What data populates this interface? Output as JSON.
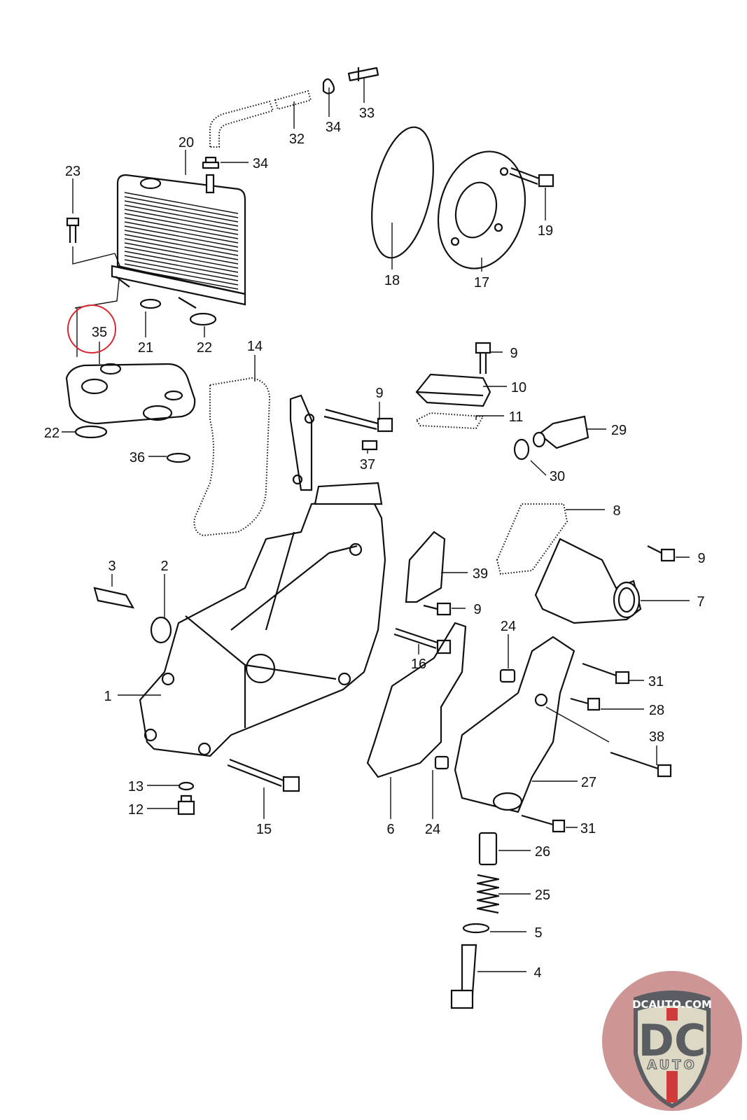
{
  "callouts": [
    "33",
    "34",
    "32",
    "20",
    "34",
    "23",
    "19",
    "18",
    "17",
    "21",
    "22",
    "35",
    "14",
    "9",
    "10",
    "9",
    "11",
    "29",
    "22",
    "37",
    "36",
    "30",
    "8",
    "9",
    "3",
    "2",
    "39",
    "9",
    "7",
    "24",
    "16",
    "31",
    "1",
    "28",
    "38",
    "27",
    "13",
    "12",
    "15",
    "6",
    "24",
    "31",
    "26",
    "25",
    "5",
    "4"
  ],
  "highlighted_callout": "35",
  "highlight_color": "#d9272e",
  "logo": {
    "site": "DCAUTO.COM",
    "letters": "DC",
    "sub": "AUTO",
    "colors": {
      "ring": "#c98a8a",
      "shield": "#ddd8c4",
      "letters": "#5a5e63",
      "stripe": "#d13a3a"
    }
  }
}
